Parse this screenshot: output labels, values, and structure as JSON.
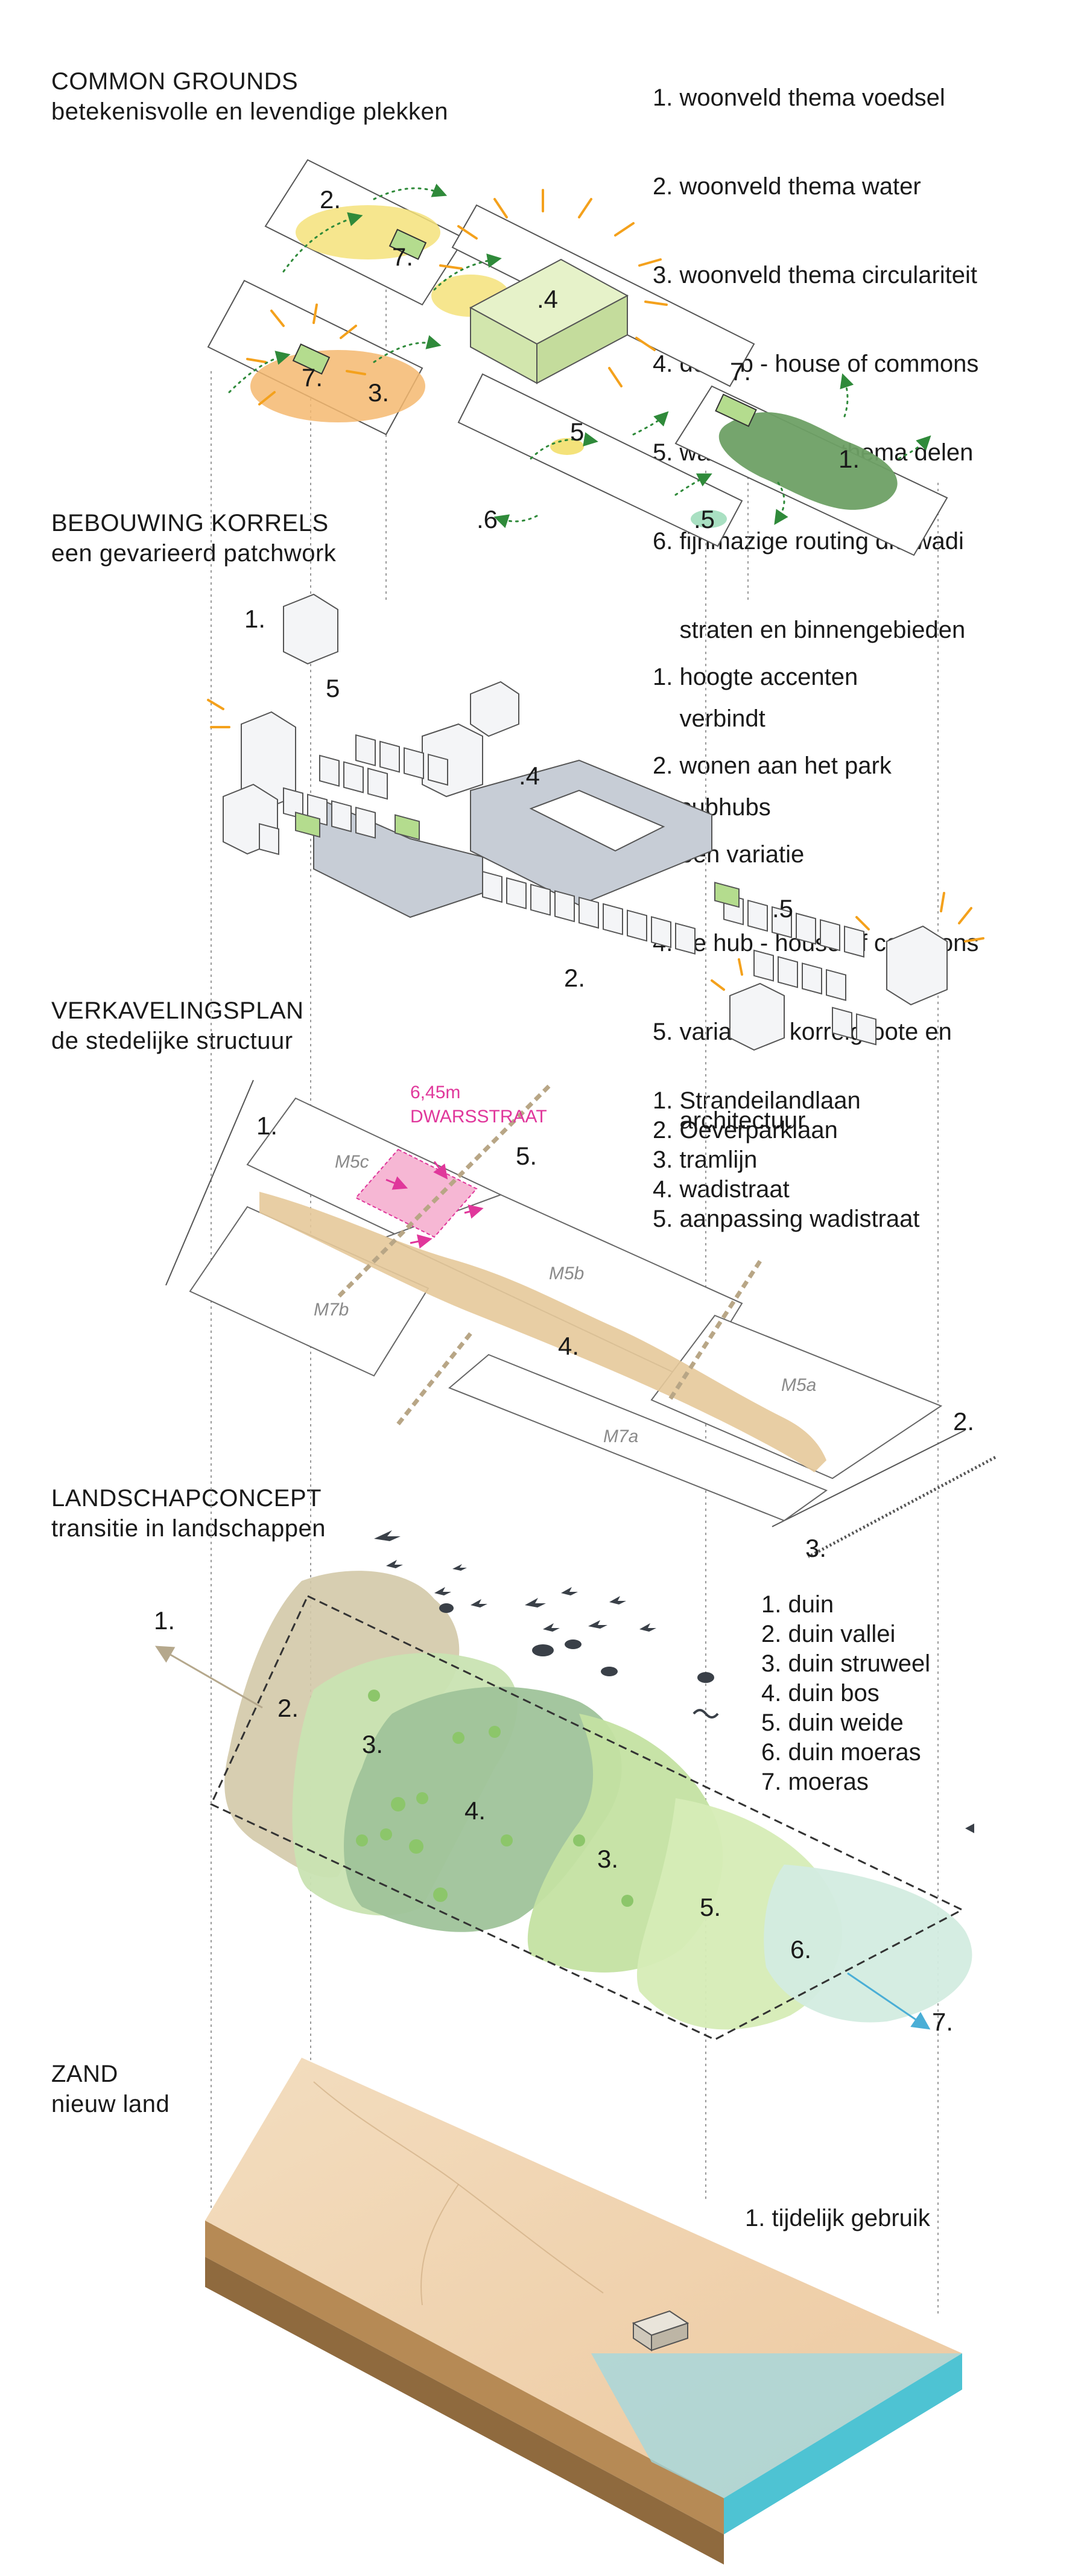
{
  "colors": {
    "line": "#555555",
    "guide": "#9a9a9a",
    "yellow": "#f4e27a",
    "orange": "#f4b870",
    "green_dark": "#6ea065",
    "green_light": "#bfe0a0",
    "mint": "#a9e0c2",
    "burst": "#f4a11c",
    "routing": "#2f8a3a",
    "building_grey": "#c7cdd6",
    "building_white": "#f4f5f7",
    "subhub_green": "#b4dc8e",
    "pink": "#e0379b",
    "path_sand": "#e5c99a",
    "dune_tan": "#d3c9a9",
    "sea": "#4ec3d3",
    "sand": "#f0d4b0",
    "arrow_blue": "#4aaed6",
    "arrow_tan": "#b5a88c"
  },
  "sections": {
    "common_grounds": {
      "title": "COMMON GROUNDS",
      "subtitle": "betekenisvolle en levendige plekken",
      "legend": [
        "1. woonveld thema voedsel",
        "2. woonveld thema water",
        "3. woonveld thema circulariteit",
        "4. de hub - house of commons",
        "5. wadi pockets - thema delen",
        "6. fijnmazige routing die wadi",
        "    straten en binnengebieden",
        "    verbindt",
        "7. subhubs"
      ],
      "labels": [
        "2.",
        "7.",
        ".4",
        "7.",
        "3.",
        "7.",
        "1.",
        "5",
        ".6",
        ".5"
      ]
    },
    "bebouwing": {
      "title": "BEBOUWING KORRELS",
      "subtitle": "een gevarieerd patchwork",
      "legend": [
        "1. hoogte accenten",
        "2. wonen aan het park",
        "3. een variatie",
        "4. de hub - house of commons",
        "5. variatie in korrelgroote en",
        "    architectuur"
      ],
      "labels": [
        "1.",
        "5",
        ".4",
        ".5",
        "2."
      ]
    },
    "verkaveling": {
      "title": "VERKAVELINGSPLAN",
      "subtitle": "de stedelijke structuur",
      "legend": [
        "1. Strandeilandlaan",
        "2. Oeverparklaan",
        "3. tramlijn",
        "4. wadistraat",
        "5. aanpassing wadistraat"
      ],
      "plots": [
        "M5c",
        "M5b",
        "M7b",
        "M7a",
        "M5a"
      ],
      "dimension": "6,45m",
      "street_name": "DWARSSTRAAT",
      "labels": [
        "1.",
        "5.",
        "4.",
        "2.",
        "3."
      ]
    },
    "landschap": {
      "title": "LANDSCHAPCONCEPT",
      "subtitle": "transitie in landschappen",
      "legend": [
        "1. duin",
        "2. duin vallei",
        "3. duin struweel",
        "4. duin bos",
        "5. duin weide",
        "6. duin moeras",
        "7. moeras"
      ],
      "labels": [
        "1.",
        "2.",
        "3.",
        "4.",
        "3.",
        "5.",
        "6.",
        "7."
      ]
    },
    "zand": {
      "title": "ZAND",
      "subtitle": "nieuw land",
      "legend": [
        "1. tijdelijk gebruik"
      ]
    }
  }
}
